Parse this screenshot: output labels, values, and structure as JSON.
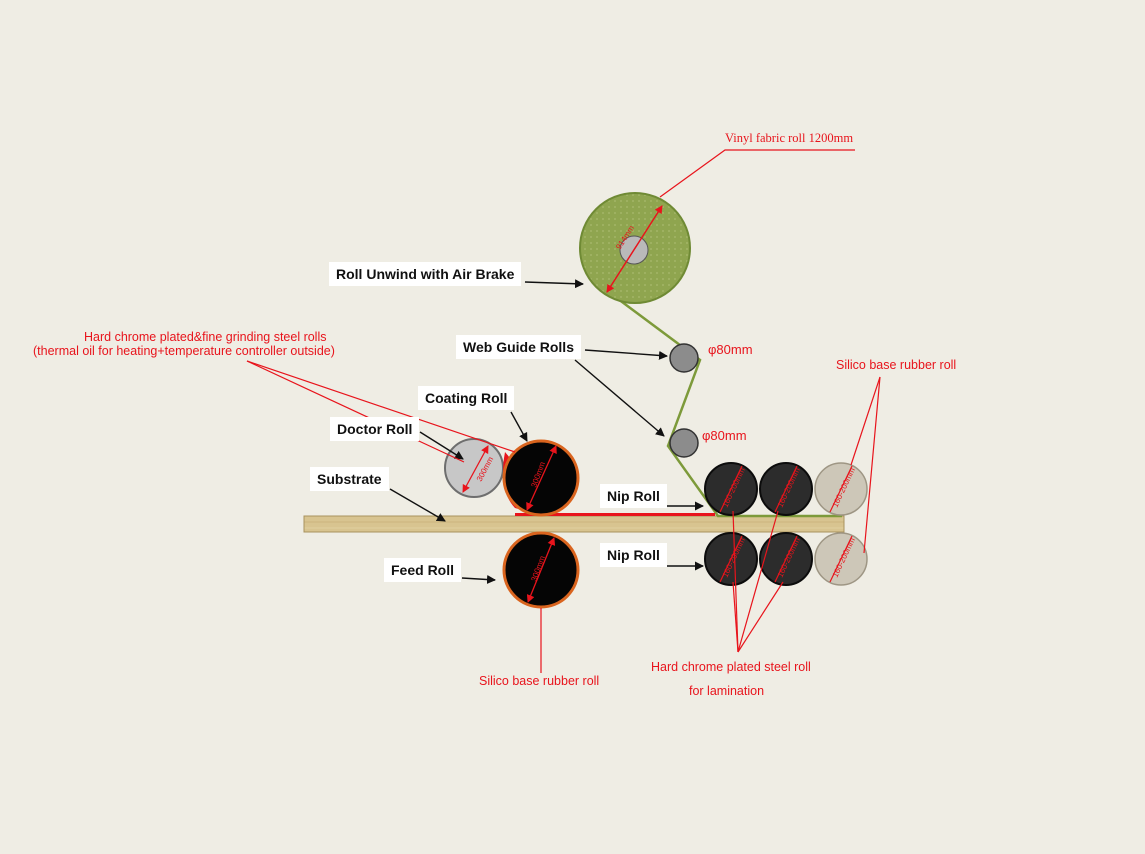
{
  "callouts": {
    "roll_unwind": "Roll Unwind with Air Brake",
    "web_guide": "Web Guide Rolls",
    "coating_roll": "Coating Roll",
    "doctor_roll": "Doctor Roll",
    "substrate": "Substrate",
    "nip_roll_top": "Nip Roll",
    "nip_roll_bottom": "Nip Roll",
    "feed_roll": "Feed Roll"
  },
  "notes": {
    "vinyl_fabric_roll": "Vinyl fabric roll 1200mm",
    "hard_chrome_line1": "Hard chrome plated&fine grinding steel rolls",
    "hard_chrome_line2": "(thermal oil for heating+temperature controller outside)",
    "silico_rubber_top": "Silico base rubber roll",
    "silico_rubber_bottom": "Silico base  rubber roll",
    "steel_roll_line1": "Hard chrome plated  steel roll",
    "steel_roll_line2": "for lamination"
  },
  "diameters": {
    "guide_roll_upper": "φ80mm",
    "guide_roll_lower": "φ80mm",
    "unwind_roll": "914mm",
    "doctor_roll": "300mm",
    "coating_roll": "300mm",
    "feed_roll": "300mm",
    "steel_roll": "160-200mm",
    "rubber_roll": "160-200mm"
  },
  "colors": {
    "background": "#efede4",
    "annotation_red": "#e8141c",
    "fabric_green": "#8fa54f",
    "fabric_outline": "#6f8a34",
    "steel_dark": "#2c2c2c",
    "rubber_beige": "#cdc7b8",
    "coating_orange": "#d9641e",
    "substrate_tan": "#d8c490",
    "doctor_grey": "#c7c7c7"
  }
}
